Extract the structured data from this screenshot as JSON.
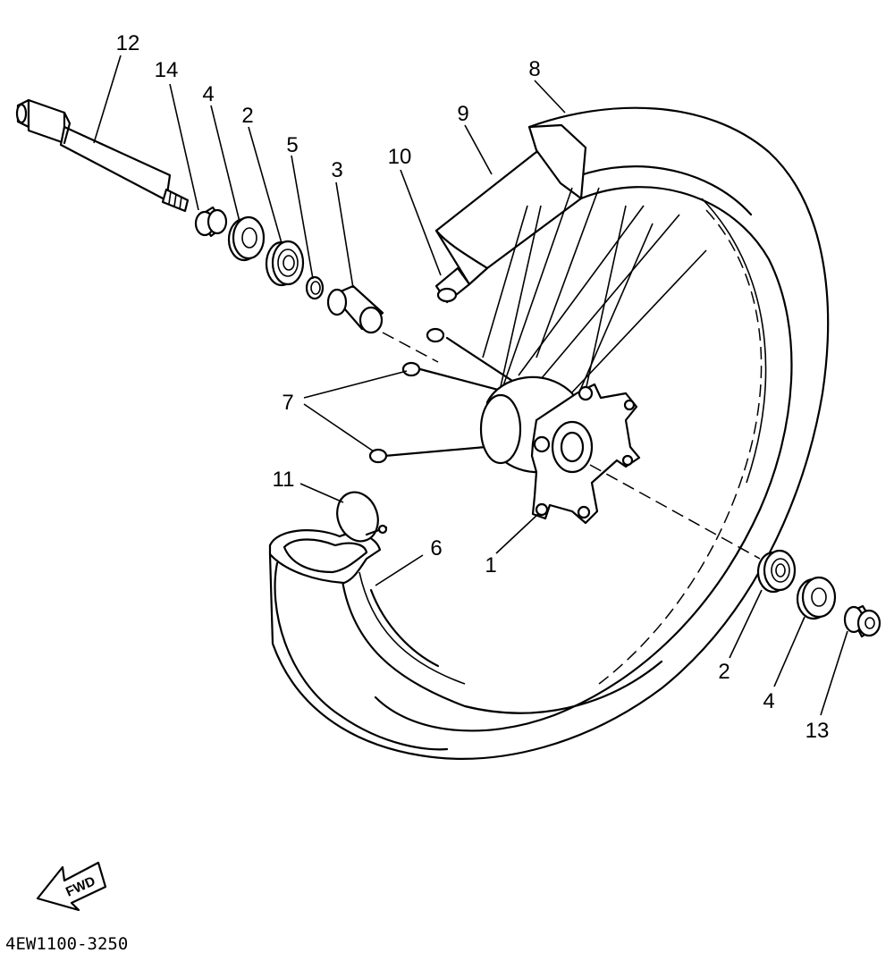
{
  "diagram": {
    "part_labels": {
      "p1": "1",
      "p2a": "2",
      "p2b": "2",
      "p3": "3",
      "p4a": "4",
      "p4b": "4",
      "p5": "5",
      "p6": "6",
      "p7": "7",
      "p8": "8",
      "p9": "9",
      "p10": "10",
      "p11": "11",
      "p12": "12",
      "p13": "13",
      "p14": "14"
    },
    "direction_label": "FWD",
    "drawing_code": "4EW1100-3250"
  }
}
